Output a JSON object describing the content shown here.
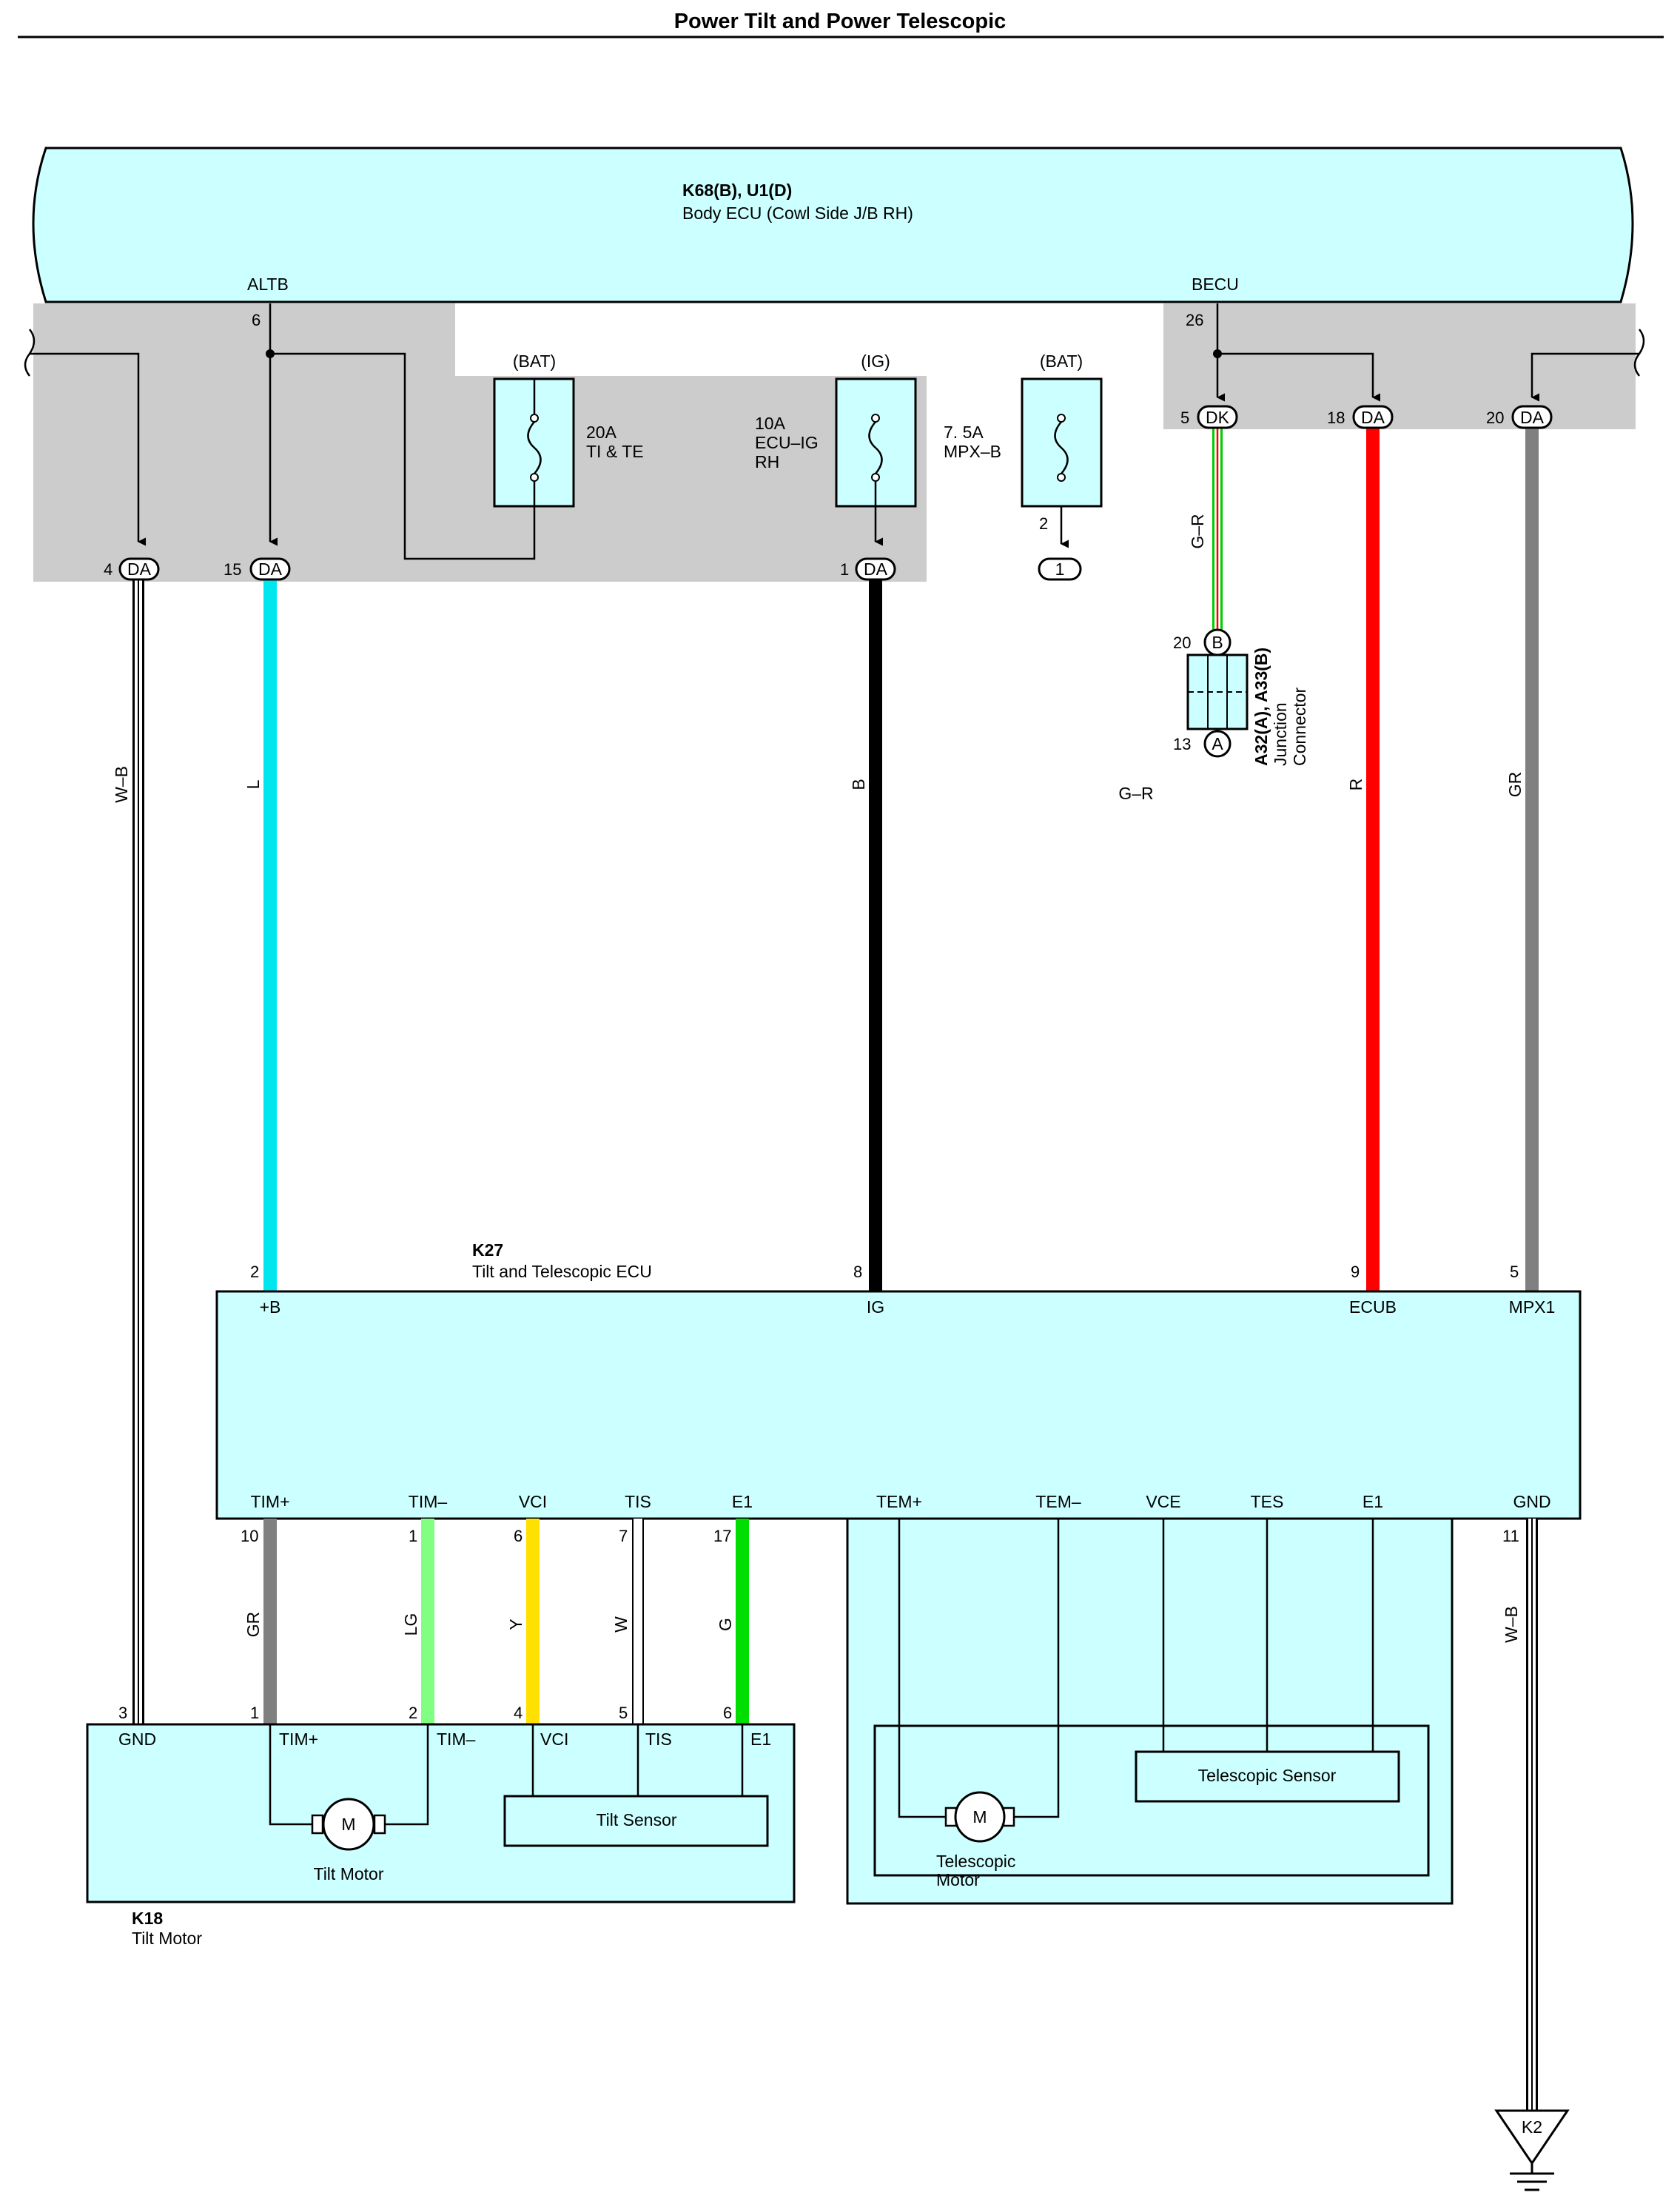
{
  "title": "Power Tilt and Power Telescopic",
  "colors": {
    "component_fill": "#ccffff",
    "junction_block_fill": "#cccccc",
    "wire_L": "#00e5ee",
    "wire_B": "#000000",
    "wire_R": "#ff0000",
    "wire_GR": "#808080",
    "wire_LG": "#80ff80",
    "wire_Y": "#ffe000",
    "wire_G": "#00dd00",
    "wire_GR_stripe_green": "#00cc00",
    "wire_GR_stripe_red": "#ff0000"
  },
  "body_ecu": {
    "code": "K68(B), U1(D)",
    "name": "Body ECU (Cowl Side J/B RH)",
    "pins": {
      "altb": {
        "label": "ALTB",
        "pin": "6"
      },
      "becu": {
        "label": "BECU",
        "pin": "26"
      }
    }
  },
  "fuses": {
    "tite": {
      "supply": "(BAT)",
      "rating": "20A",
      "name": "TI & TE"
    },
    "ecuig": {
      "supply": "(IG)",
      "rating": "10A",
      "name1": "ECU–IG",
      "name2": "RH"
    },
    "mpxb": {
      "supply": "(BAT)",
      "rating": "7. 5A",
      "name": "MPX–B",
      "pin": "2"
    }
  },
  "connectors": {
    "da4": {
      "pin": "4",
      "code": "DA"
    },
    "da15": {
      "pin": "15",
      "code": "DA"
    },
    "da1": {
      "pin": "1",
      "code": "DA"
    },
    "mpx1": {
      "code": "1"
    },
    "dk5": {
      "pin": "5",
      "code": "DK"
    },
    "da18": {
      "pin": "18",
      "code": "DA"
    },
    "da20": {
      "pin": "20",
      "code": "DA"
    }
  },
  "junction": {
    "code": "A32(A), A33(B)",
    "name1": "Junction",
    "name2": "Connector",
    "pin_b": "20",
    "label_b": "B",
    "pin_a": "13",
    "label_a": "A"
  },
  "wires": {
    "wb_left": "W–B",
    "l": "L",
    "b": "B",
    "gr_vert": "G–R",
    "gr_horiz": "G–R",
    "r": "R",
    "gr": "GR",
    "tilt_gr": "GR",
    "tilt_lg": "LG",
    "tilt_y": "Y",
    "tilt_w": "W",
    "tilt_g": "G",
    "wb_right": "W–B"
  },
  "tilt_ecu": {
    "code": "K27",
    "name": "Tilt and Telescopic ECU",
    "top_pins": [
      {
        "pin": "2",
        "label": "+B"
      },
      {
        "pin": "8",
        "label": "IG"
      },
      {
        "pin": "9",
        "label": "ECUB"
      },
      {
        "pin": "5",
        "label": "MPX1"
      }
    ],
    "bottom_labels": {
      "timp": "TIM+",
      "timm": "TIM–",
      "vci": "VCI",
      "tis": "TIS",
      "e1a": "E1",
      "temp": "TEM+",
      "temm": "TEM–",
      "vce": "VCE",
      "tes": "TES",
      "e1b": "E1",
      "gnd": "GND"
    },
    "bottom_pins": {
      "timp": "10",
      "timm": "1",
      "vci": "6",
      "tis": "7",
      "e1a": "17",
      "gnd": "11"
    }
  },
  "tilt_motor": {
    "code": "K18",
    "name": "Tilt Motor",
    "pins": {
      "gnd": "3",
      "timp": "1",
      "timm": "2",
      "vci": "4",
      "tis": "5",
      "e1": "6"
    },
    "labels": {
      "gnd": "GND",
      "timp": "TIM+",
      "timm": "TIM–",
      "vci": "VCI",
      "tis": "TIS",
      "e1": "E1"
    },
    "motor_label": "Tilt Motor",
    "motor_symbol": "M",
    "sensor": "Tilt Sensor"
  },
  "telescopic": {
    "motor_label1": "Telescopic",
    "motor_label2": "Motor",
    "motor_symbol": "M",
    "sensor": "Telescopic Sensor"
  },
  "ground": {
    "code": "K2"
  }
}
